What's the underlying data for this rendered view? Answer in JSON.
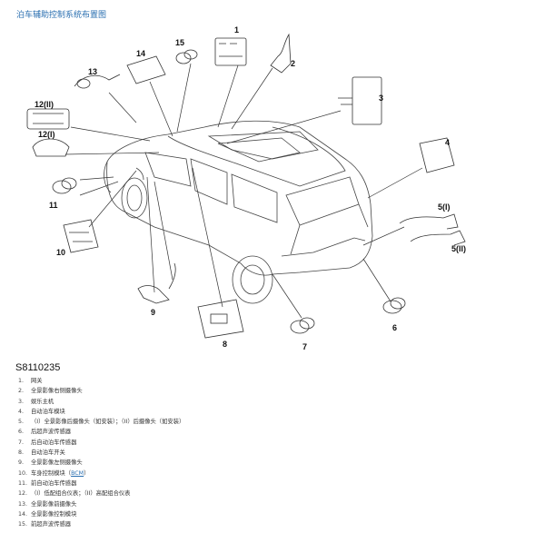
{
  "page_title": "泊车辅助控制系统布置图",
  "figure_code": "S8110235",
  "callouts": [
    "1",
    "2",
    "3",
    "4",
    "5(I)",
    "5(II)",
    "6",
    "7",
    "8",
    "9",
    "10",
    "11",
    "12(I)",
    "12(II)",
    "13",
    "14",
    "15"
  ],
  "legend": [
    {
      "num": "1.",
      "text": "网关"
    },
    {
      "num": "2.",
      "text": "全景影像右侧摄像头"
    },
    {
      "num": "3.",
      "text": "娱乐主机"
    },
    {
      "num": "4.",
      "text": "自动泊车模块"
    },
    {
      "num": "5.",
      "text": "（I）全景影像后摄像头（如安装）；（II）后摄像头（如安装）"
    },
    {
      "num": "6.",
      "text": "后超声波传感器"
    },
    {
      "num": "7.",
      "text": "后自动泊车传感器"
    },
    {
      "num": "8.",
      "text": "自动泊车开关"
    },
    {
      "num": "9.",
      "text": "全景影像左侧摄像头"
    },
    {
      "num": "10.",
      "text": "车身控制模块（",
      "link": "BCM",
      "suffix": "）"
    },
    {
      "num": "11.",
      "text": "前自动泊车传感器"
    },
    {
      "num": "12.",
      "text": "（I）低配组合仪表；（II）高配组合仪表"
    },
    {
      "num": "13.",
      "text": "全景影像前摄像头"
    },
    {
      "num": "14.",
      "text": "全景影像控制模块"
    },
    {
      "num": "15.",
      "text": "前超声波传感器"
    }
  ]
}
